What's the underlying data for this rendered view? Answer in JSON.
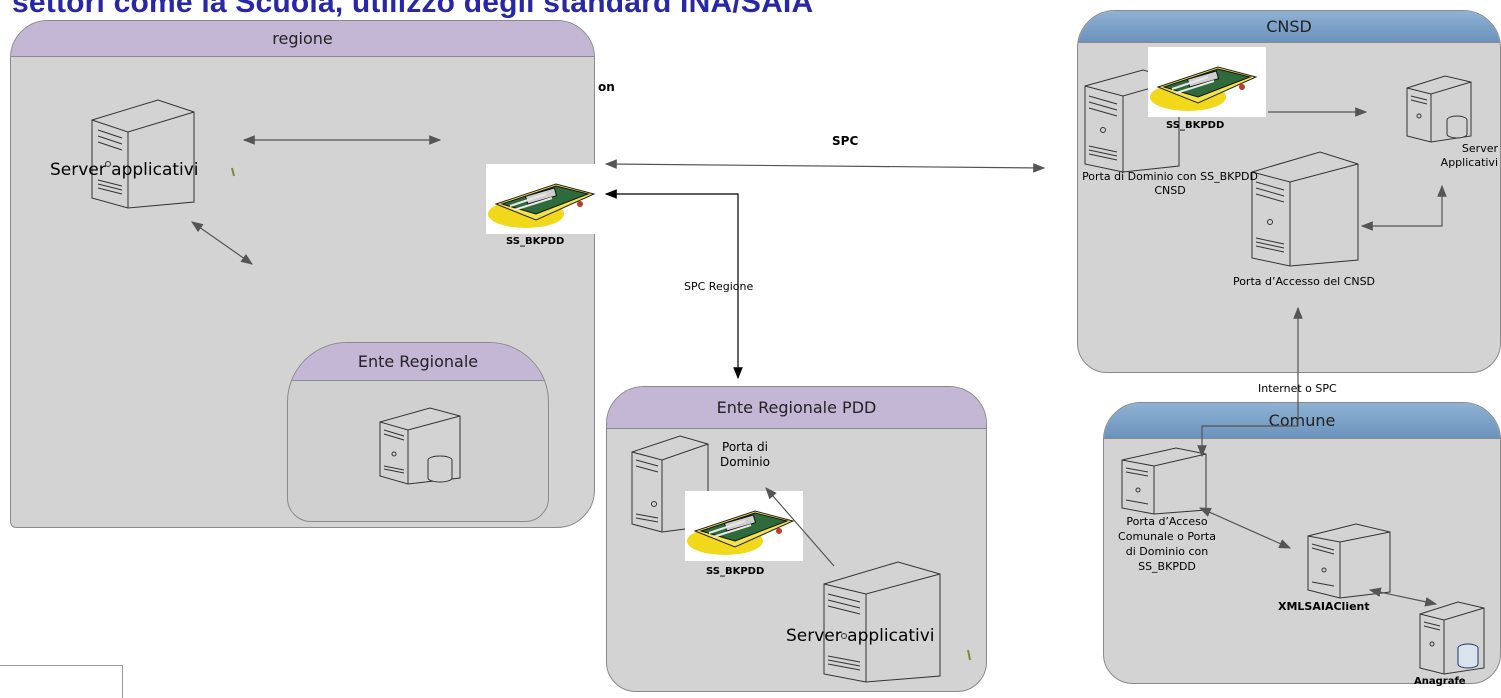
{
  "title": "settori come la Scuola, utilizzo degli standard INA/SAIA",
  "containers": {
    "regione": "regione",
    "cnsd": "CNSD",
    "ente_regionale": "Ente Regionale",
    "ente_pdd": "Ente Regionale PDD",
    "comune": "Comune"
  },
  "labels": {
    "server_applicativi_regione": "Server applicativi",
    "ss_bkpdd_regione": "SS_BKPDD",
    "partial_on": "on",
    "spc": "SPC",
    "spc_regione": "SPC Regione",
    "ss_bkpdd_cnsd": "SS_BKPDD",
    "server_applicativi_cnsd": "Server Applicativi",
    "porta_dominio_cnsd": "Porta di Dominio con SS_BKPDD CNSD",
    "porta_accesso_cnsd": "Porta d’Accesso del CNSD",
    "internet_spc": "Internet o SPC",
    "porta_dominio_pdd": "Porta di Dominio",
    "ss_bkpdd_pdd": "SS_BKPDD",
    "server_applicativi_pdd": "Server applicativi",
    "porta_accesso_comunale": "Porta d’Acceso Comunale o Porta di Dominio con SS_BKPDD",
    "xml_saia_client": "XMLSAIAClient",
    "anagrafe": "Anagrafe"
  },
  "colors": {
    "title": "#2727a8",
    "container_fill": "#d3d3d3",
    "header_purple": "#c4b7d6",
    "header_blue": "#7da3c9",
    "chip_yellow": "#f2d81a",
    "chip_green": "#2f6b3a"
  }
}
